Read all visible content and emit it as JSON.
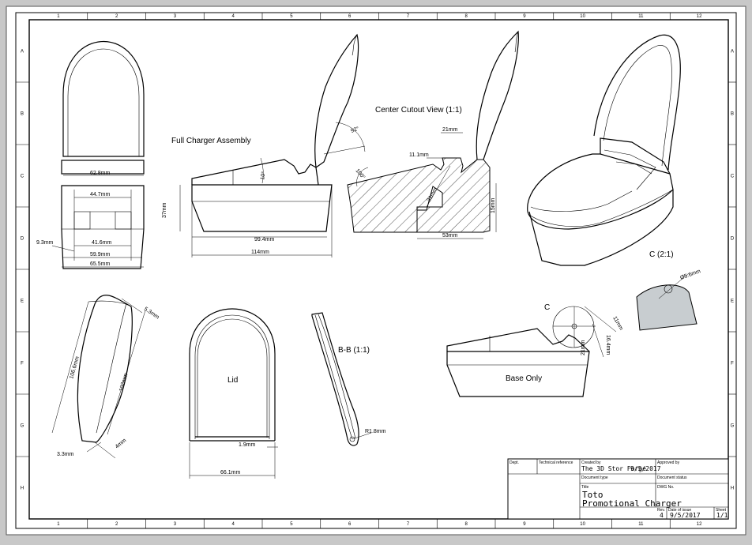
{
  "border": {
    "columns": [
      "1",
      "2",
      "3",
      "4",
      "5",
      "6",
      "7",
      "8",
      "9",
      "10",
      "11",
      "12"
    ],
    "rows": [
      "A",
      "B",
      "C",
      "D",
      "E",
      "F",
      "G",
      "H"
    ]
  },
  "views": {
    "full_assembly": "Full Charger Assembly",
    "center_cutout": "Center Cutout View (1:1)",
    "lid": "Lid",
    "section_bb": "B-B (1:1)",
    "base_only": "Base Only",
    "detail_c": "C (2:1)",
    "detail_marker": "C"
  },
  "dimensions": {
    "front_top_width": "62.8mm",
    "front_inner": "44.7mm",
    "front_inner_low": "41.6mm",
    "front_side": "9.3mm",
    "front_mid": "59.9mm",
    "front_overall": "65.5mm",
    "side_height": "37mm",
    "side_angle": "10°",
    "side_lower": "99.4mm",
    "side_overall": "114mm",
    "arm_angle": "92°",
    "cut_top": "21mm",
    "cut_slot": "11.1mm",
    "cut_angle": "100°",
    "cut_diag": "31mm",
    "cut_height": "15mm",
    "cut_base": "53mm",
    "lid_length": "106.6mm",
    "lid_inner": "102mm",
    "lid_tip": "5.3mm",
    "lid_end": "3.3mm",
    "lid_end2": "4mm",
    "lid_wall": "1.9mm",
    "lid_width": "66.1mm",
    "bb_radius": "R1.8mm",
    "base_11": "11mm",
    "base_16": "16.4mm",
    "base_21": "21mm",
    "detail_dia": "Ø5.6mm"
  },
  "title_block": {
    "dept_label": "Dept.",
    "tech_ref_label": "Technical reference",
    "created_label": "Created by",
    "created_value": "The 3D Stor Forge",
    "created_date": "9/5/2017",
    "approved_label": "Approved by",
    "doc_type_label": "Document type",
    "doc_status_label": "Document status",
    "title_label": "Title",
    "dwg_label": "DWG No.",
    "title_line1": "Toto",
    "title_line2": "Promotional Charger",
    "rev_label": "Rev.",
    "issue_label": "Date of issue",
    "sheet_label": "Sheet",
    "rev_value": "4",
    "issue_value": "9/5/2017",
    "sheet_value": "1/1"
  },
  "colors": {
    "paper": "#ffffff",
    "frame_bg": "#c8c8c8",
    "line": "#000000",
    "detail_fill": "#c8cdd0"
  }
}
